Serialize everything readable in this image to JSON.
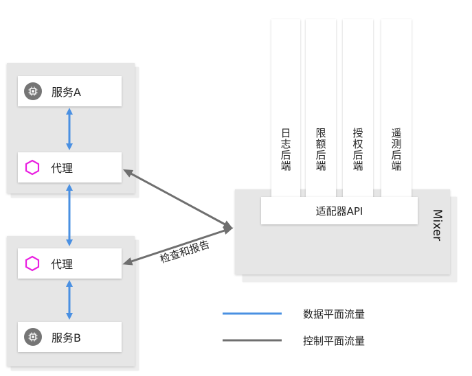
{
  "proxy_group_a": {
    "service_label": "服务A",
    "proxy_label": "代理"
  },
  "proxy_group_b": {
    "proxy_label": "代理",
    "service_label": "服务B"
  },
  "mixer": {
    "title": "Mixer",
    "adapter_label": "适配器API",
    "backends": [
      "日志后端",
      "限额后端",
      "授权后端",
      "遥测后端"
    ]
  },
  "connection_label": "检查和报告",
  "legend": {
    "data_plane": {
      "label": "数据平面流量",
      "color": "#4a90e2"
    },
    "control_plane": {
      "label": "控制平面流量",
      "color": "#6f6f6f"
    }
  },
  "icons": {
    "service": "chip-icon",
    "proxy": "hexagon-icon"
  },
  "colors": {
    "data_arrow": "#4a90e2",
    "control_arrow": "#6f6f6f",
    "hexagon": "#e91ee0"
  }
}
